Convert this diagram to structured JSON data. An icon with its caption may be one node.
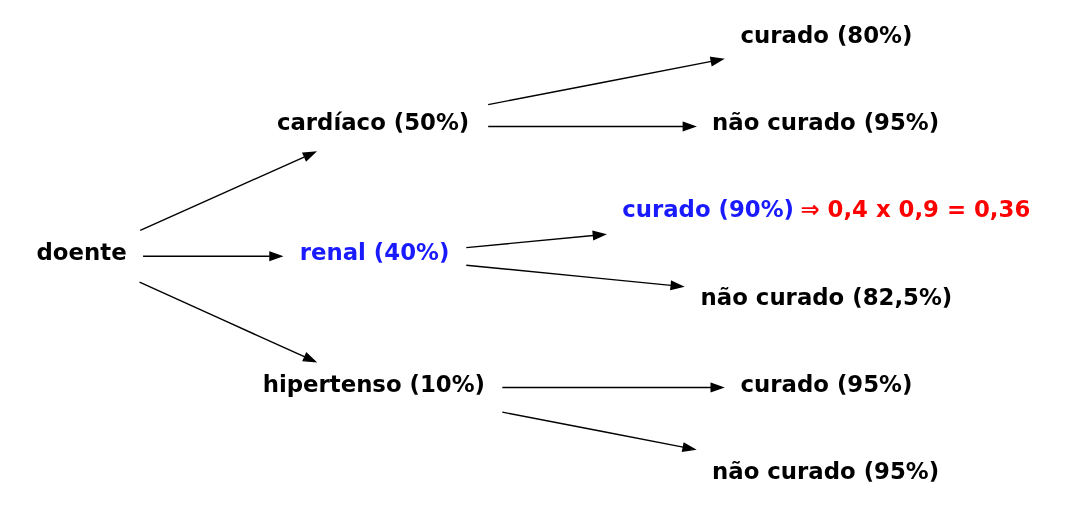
{
  "diagram": {
    "nodes": [
      {
        "text": [
          "doente"
        ]
      },
      {
        "text": [
          "cardíaco (50%)"
        ]
      },
      {
        "text": [
          "renal (40%)"
        ]
      },
      {
        "text": [
          "hipertenso (10%)"
        ]
      },
      {
        "text": [
          "curado (80%)"
        ]
      },
      {
        "text": [
          "não curado (95%)"
        ]
      },
      {
        "text": [
          "curado (90%)"
        ],
        "beside": [
          "⇒ 0,4 x 0,9 = 0,36"
        ]
      },
      {
        "text": [
          "não curado (82,5%)"
        ]
      },
      {
        "text": [
          "curado (95%)"
        ]
      },
      {
        "text": [
          "não curado (95%)"
        ]
      }
    ],
    "edges": [
      {
        "from": 0,
        "to": 1,
        "arrow": "to"
      },
      {
        "from": 0,
        "to": 2,
        "arrow": "to"
      },
      {
        "from": 0,
        "to": 3,
        "arrow": "to"
      },
      {
        "from": 1,
        "to": 4,
        "arrow": "to"
      },
      {
        "from": 1,
        "to": 5,
        "arrow": "to"
      },
      {
        "from": 2,
        "to": 6,
        "arrow": "to"
      },
      {
        "from": 2,
        "to": 7,
        "arrow": "to"
      },
      {
        "from": 3,
        "to": 8,
        "arrow": "to"
      },
      {
        "from": 3,
        "to": 9,
        "arrow": "to"
      }
    ]
  }
}
